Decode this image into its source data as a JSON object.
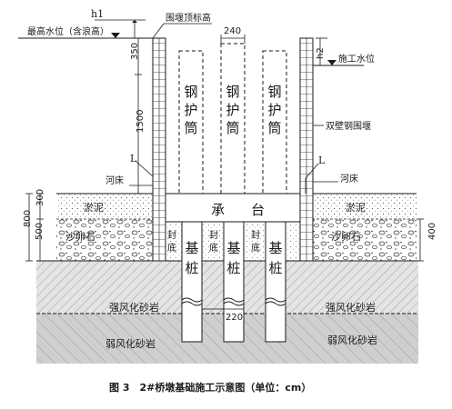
{
  "labels": {
    "h1": "h1",
    "max_water_level": "最高水位（含浪高）",
    "cofferdam_top": "围堰顶标高",
    "dim_240": "240",
    "h2": "h2",
    "construction_water_level": "施工水位",
    "steel_casing_chars": [
      "钢",
      "护",
      "筒"
    ],
    "double_wall_cofferdam": "双壁钢围堰",
    "dim_350": "350",
    "dim_1500": "1500",
    "L_left": "L",
    "L_right": "L",
    "riverbed_left": "河床",
    "riverbed_right": "河床",
    "dim_300": "300",
    "dim_800": "800",
    "dim_500": "500",
    "silt_left": "淤泥",
    "silt_right": "淤泥",
    "sand_gravel_left": "沙卵石",
    "sand_gravel_right": "沙卵石",
    "pile_cap_1": "承",
    "pile_cap_2": "台",
    "seal_bottom_1": "封",
    "seal_bottom_2": "底",
    "pile_1": "基",
    "pile_2": "桩",
    "dim_400": "400",
    "dim_220": "220",
    "strong_weathered_left": "强风化砂岩",
    "strong_weathered_right": "强风化砂岩",
    "weak_weathered_left": "弱风化砂岩",
    "weak_weathered_right": "弱风化砂岩",
    "caption": "图 3　2#桥墩基础施工示意图（单位：cm）"
  },
  "colors": {
    "line": "#1a1a1a",
    "rock_strong": "#e2e2e2",
    "rock_weak": "#c9c9c9",
    "background": "#ffffff"
  }
}
